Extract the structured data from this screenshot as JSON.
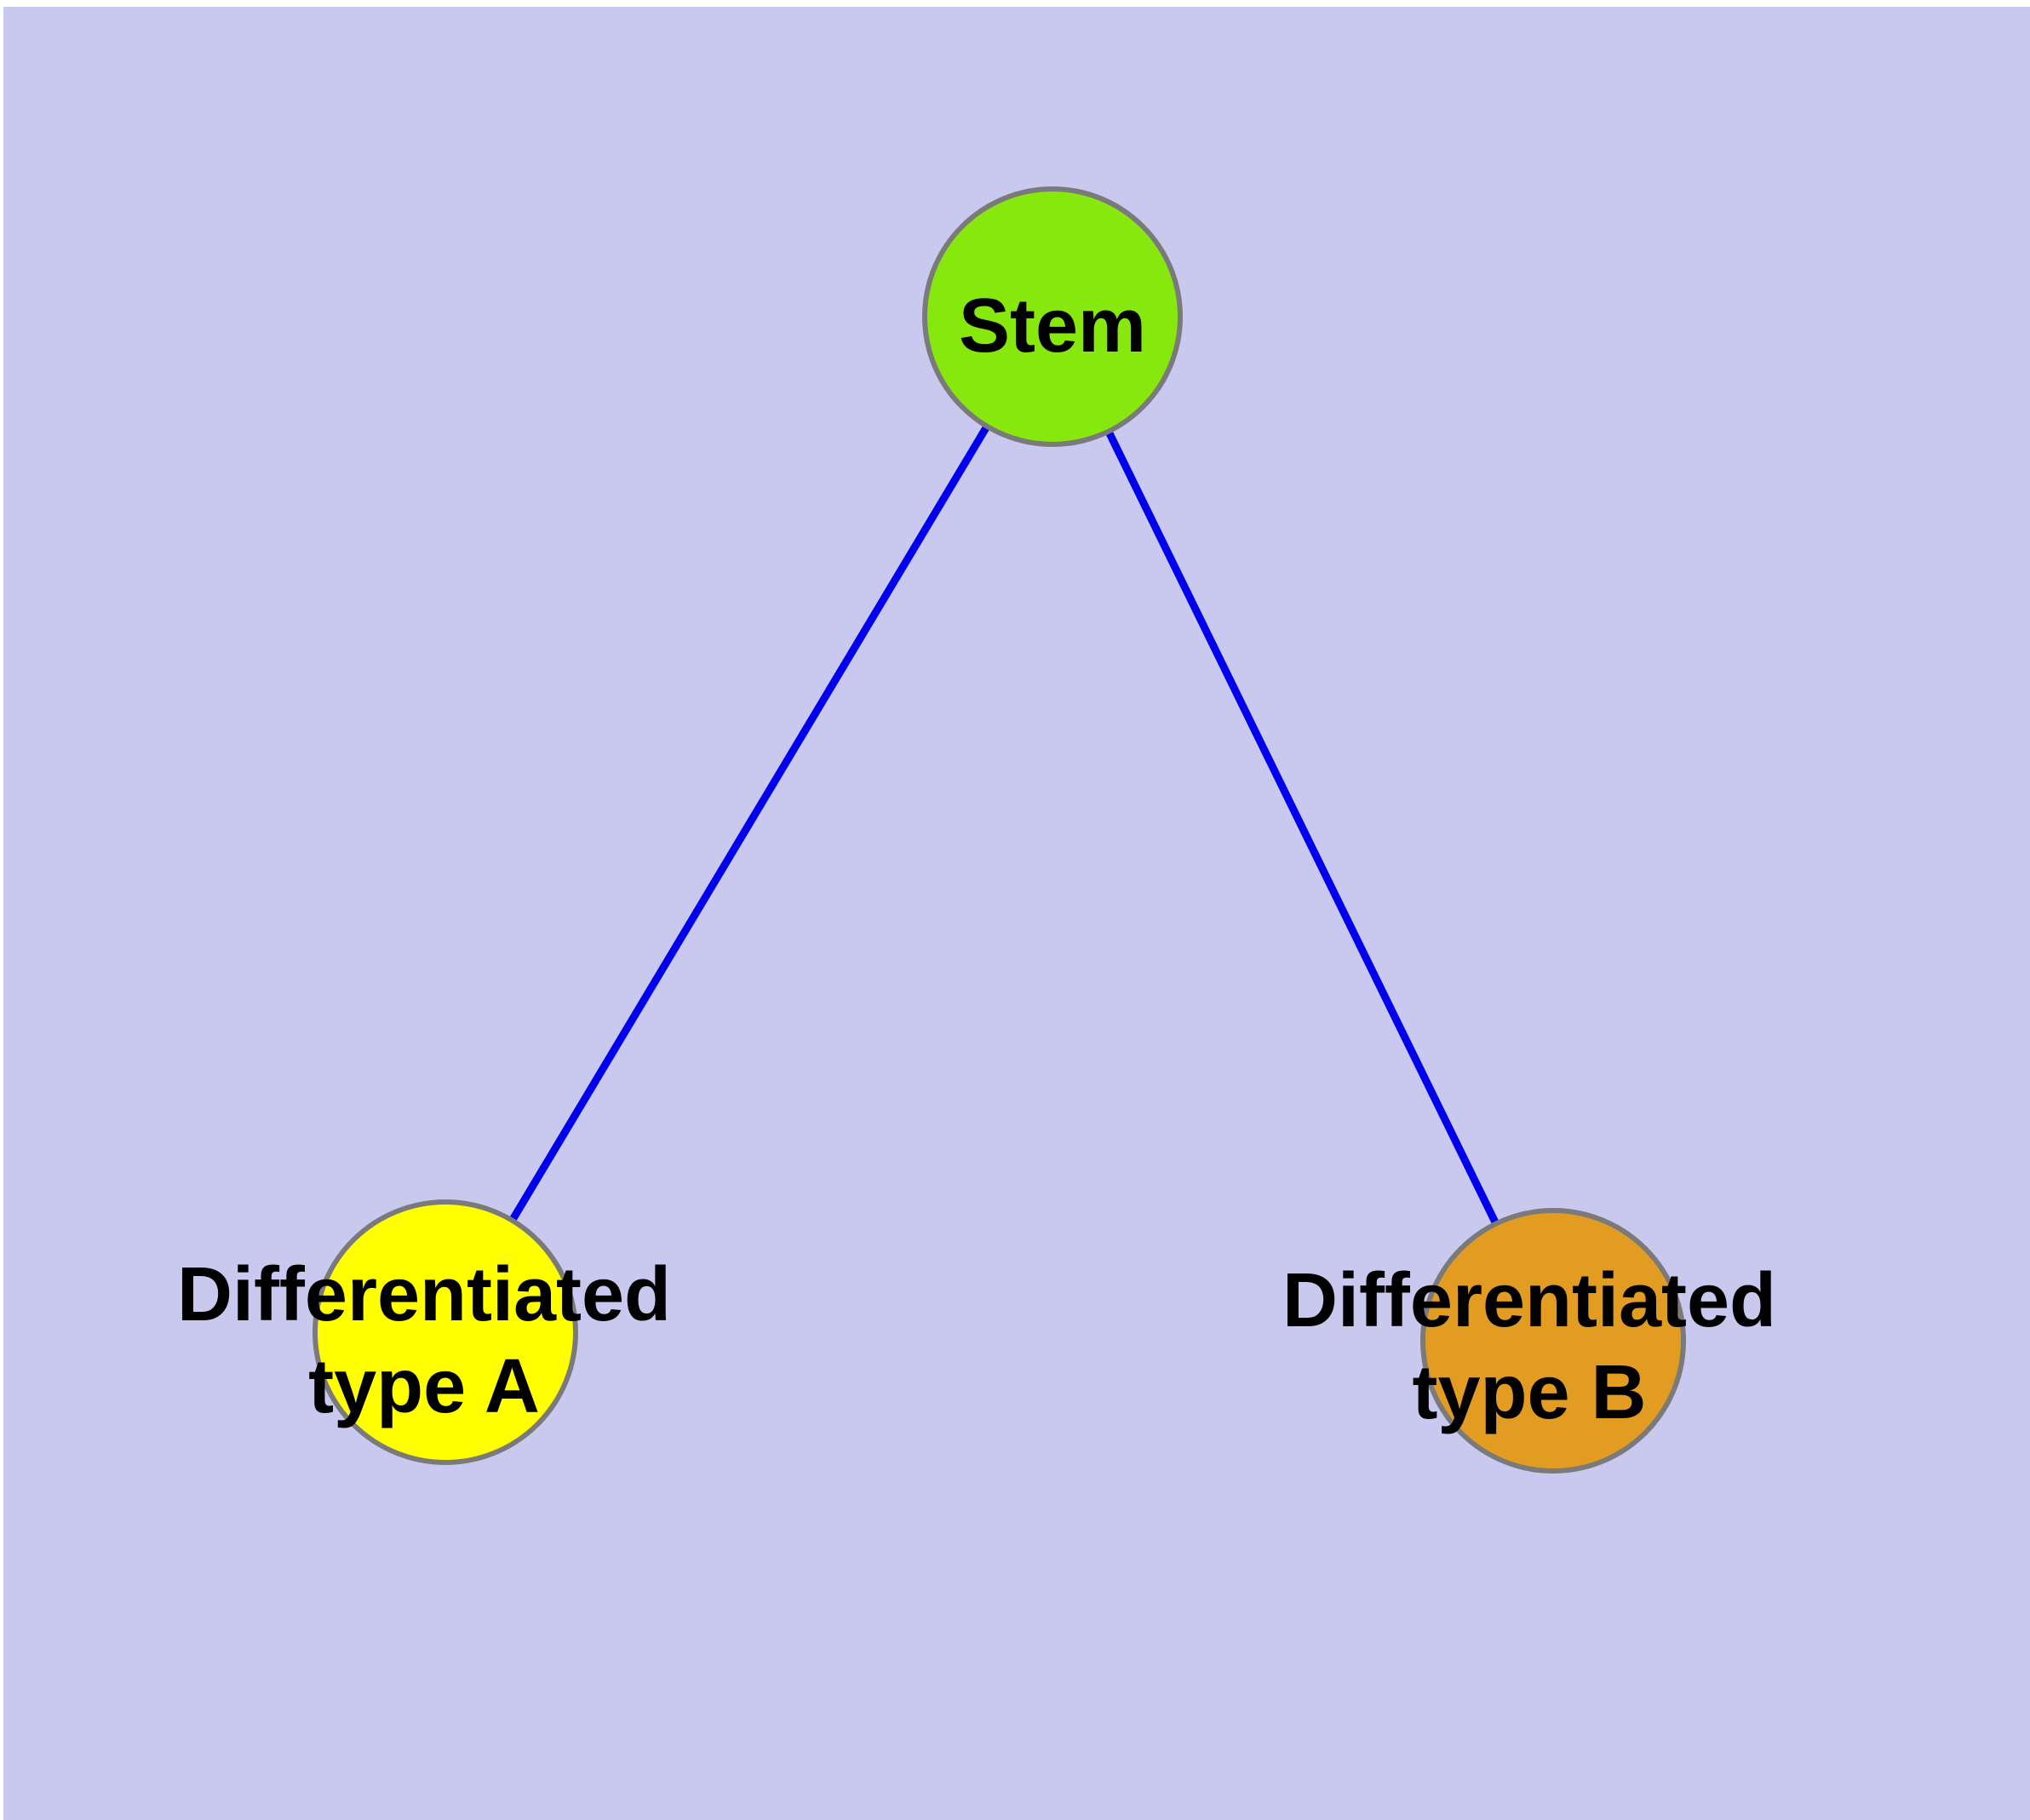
{
  "diagram": {
    "type": "graph",
    "colors": {
      "page_background": "#ffffff",
      "canvas_background": "#c9c9f0",
      "edge_color": "#0000ee",
      "node_border_color": "#7a7a7a",
      "label_color": "#000000"
    },
    "nodes": {
      "stem": {
        "label": "Stem",
        "fill": "#87e80e"
      },
      "type_a": {
        "label": "Differentiated type A",
        "label_line1": "Differentiated",
        "label_line2": "type A",
        "fill": "#ffff00"
      },
      "type_b": {
        "label": "Differentiated type B",
        "label_line1": "Differentiated",
        "label_line2": "type B",
        "fill": "#e39c22"
      }
    },
    "edges": [
      {
        "from": "Stem",
        "to": "Differentiated type A"
      },
      {
        "from": "Stem",
        "to": "Differentiated type B"
      }
    ]
  }
}
